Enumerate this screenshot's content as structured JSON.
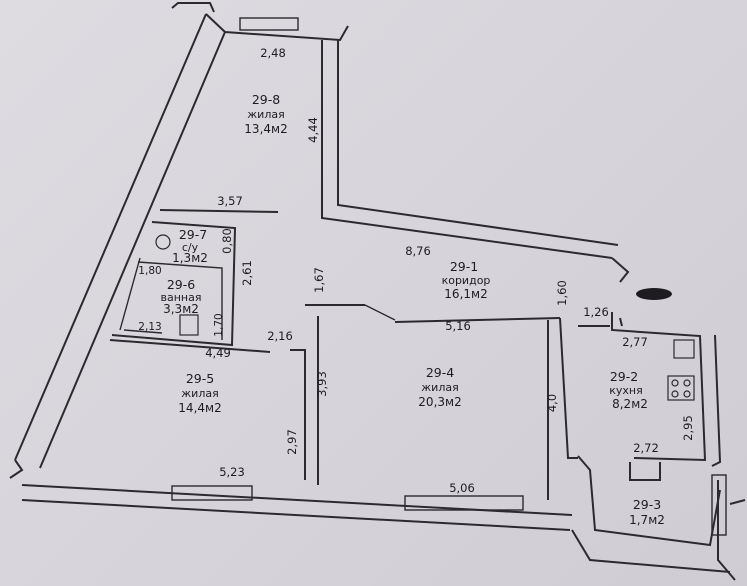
{
  "rooms": [
    {
      "id": "29-8",
      "type": "жилая",
      "area": "13,4м2"
    },
    {
      "id": "29-7",
      "type": "с/у",
      "area": "1,3м2"
    },
    {
      "id": "29-6",
      "type": "ванная",
      "area": "3,3м2"
    },
    {
      "id": "29-5",
      "type": "жилая",
      "area": "14,4м2"
    },
    {
      "id": "29-4",
      "type": "жилая",
      "area": "20,3м2"
    },
    {
      "id": "29-1",
      "type": "коридор",
      "area": "16,1м2"
    },
    {
      "id": "29-2",
      "type": "кухня",
      "area": "8,2м2"
    },
    {
      "id": "29-3",
      "type": "",
      "area": "1,7м2"
    }
  ],
  "dimensions": {
    "d_248": "2,48",
    "d_444": "4,44",
    "d_357": "3,57",
    "d_080": "0,80",
    "d_261": "2,61",
    "d_180": "1,80",
    "d_213": "2,13",
    "d_170": "1,70",
    "d_167": "1,67",
    "d_876": "8,76",
    "d_160": "1,60",
    "d_126": "1,26",
    "d_216": "2,16",
    "d_449": "4,49",
    "d_516": "5,16",
    "d_277": "2,77",
    "d_393": "3,93",
    "d_40": "4,0",
    "d_297": "2,97",
    "d_295": "2,95",
    "d_272": "2,72",
    "d_523": "5,23",
    "d_506": "5,06"
  }
}
